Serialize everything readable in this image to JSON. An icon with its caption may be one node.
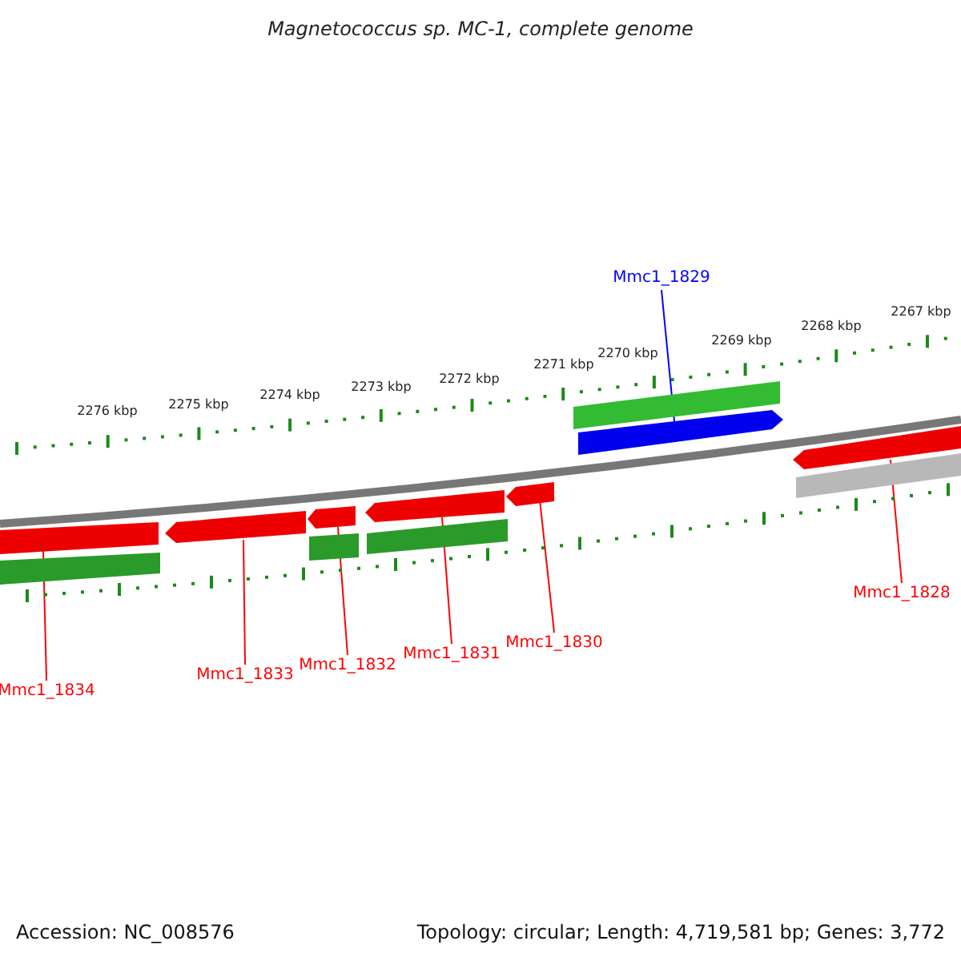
{
  "diagram": {
    "title": "Magnetococcus sp. MC-1, complete genome",
    "nodes": [
      {
        "text": [
          "Mmc1_1829"
        ]
      },
      {
        "text": [],
        "shape": "arrow"
      },
      {
        "text": [
          "Mmc1_1828"
        ]
      },
      {
        "text": [],
        "shape": "arrow"
      },
      {
        "text": [
          "Mmc1_1834"
        ]
      },
      {
        "text": [],
        "shape": "arrow"
      },
      {
        "text": [
          "Mmc1_1833"
        ]
      },
      {
        "text": [],
        "shape": "arrow"
      },
      {
        "text": [
          "Mmc1_1832"
        ]
      },
      {
        "text": [],
        "shape": "arrow"
      },
      {
        "text": [
          "Mmc1_1831"
        ]
      },
      {
        "text": [],
        "shape": "arrow"
      },
      {
        "text": [
          "Mmc1_1830"
        ]
      },
      {
        "text": [],
        "shape": "arrow"
      },
      {
        "text": [],
        "shape": "bar"
      },
      {
        "text": [],
        "shape": "bar"
      },
      {
        "text": [],
        "shape": "bar"
      },
      {
        "text": [],
        "shape": "bar"
      },
      {
        "text": [],
        "shape": "bar"
      }
    ],
    "edges": [
      {
        "from": 0,
        "to": 1,
        "arrow": "none",
        "color": "#0000ff"
      },
      {
        "from": 2,
        "to": 3,
        "arrow": "none"
      },
      {
        "from": 4,
        "to": 5,
        "arrow": "none"
      },
      {
        "from": 6,
        "to": 7,
        "arrow": "none"
      },
      {
        "from": 8,
        "to": 9,
        "arrow": "none"
      },
      {
        "from": 10,
        "to": 11,
        "arrow": "none"
      },
      {
        "from": 12,
        "to": 13,
        "arrow": "none"
      }
    ],
    "labels": [
      "2267 kbp",
      "2268 kbp",
      "2269 kbp",
      "2270 kbp",
      "2271 kbp",
      "2272 kbp",
      "2273 kbp",
      "2274 kbp",
      "2275 kbp",
      "2276 kbp",
      "Accession: NC_008576",
      "Topology: circular; Length: 4,719,581 bp; Genes: 3,772"
    ]
  }
}
